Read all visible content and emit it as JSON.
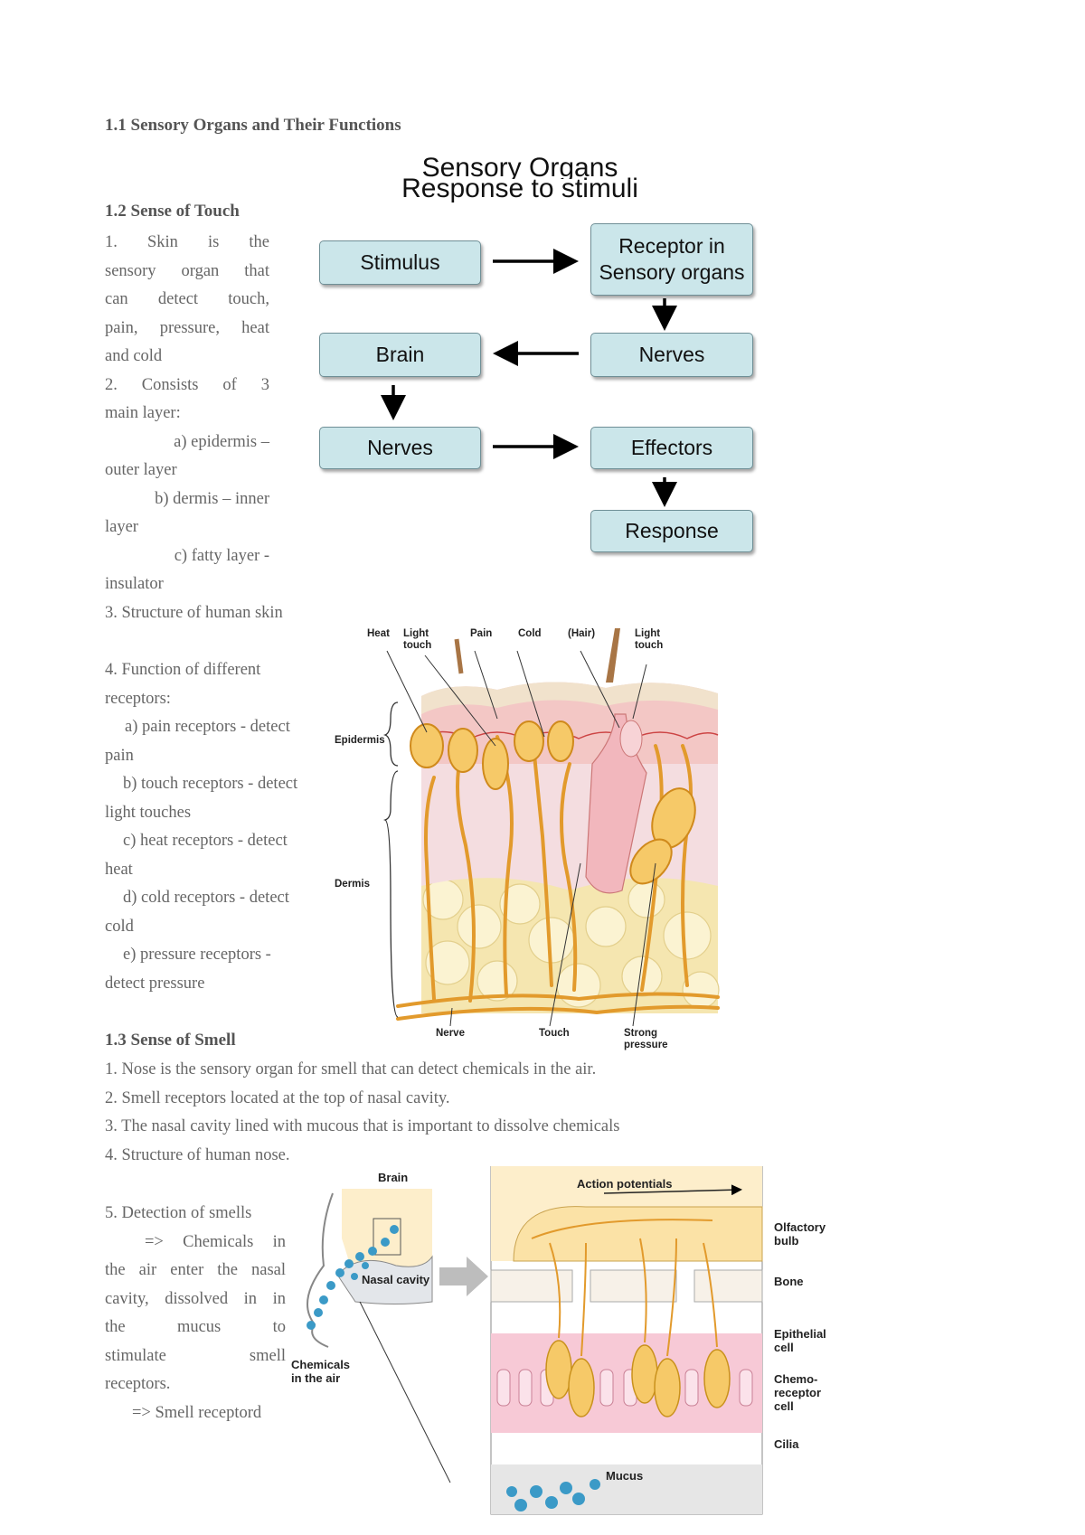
{
  "sections": {
    "s11": "1.1 Sensory Organs and Their Functions",
    "s12": "1.2 Sense of Touch",
    "s13": "1.3 Sense of Smell"
  },
  "touch": {
    "p1_lines": [
      "1. Skin is the",
      "sensory organ that",
      "can detect touch,",
      "pain, pressure, heat",
      "and cold"
    ],
    "p2_lines": [
      "2. Consists of 3",
      "main layer:"
    ],
    "layer_a": [
      "a) epidermis –",
      "outer layer"
    ],
    "layer_b": [
      "b) dermis – inner",
      "layer"
    ],
    "layer_c": [
      "c) fatty layer -",
      "insulator"
    ],
    "p3": "3. Structure of human skin",
    "p4_lines": [
      "4. Function of different",
      "receptors:"
    ],
    "receptors": [
      [
        "a) pain receptors - detect",
        "pain"
      ],
      [
        "b) touch receptors - detect",
        "light touches"
      ],
      [
        "c) heat receptors - detect",
        "heat"
      ],
      [
        "d) cold receptors - detect",
        "cold"
      ],
      [
        "e) pressure receptors -",
        "detect pressure"
      ]
    ]
  },
  "flowchart": {
    "title_top": "Sensory Organs",
    "title": "Response to stimuli",
    "boxes": {
      "stimulus": "Stimulus",
      "receptor_l1": "Receptor in",
      "receptor_l2": "Sensory organs",
      "nerves1": "Nerves",
      "brain": "Brain",
      "nerves2": "Nerves",
      "effectors": "Effectors",
      "response": "Response"
    }
  },
  "skin_diagram": {
    "top_labels": {
      "heat": "Heat",
      "light_touch_1": [
        "Light",
        "touch"
      ],
      "pain": "Pain",
      "cold": "Cold",
      "hair": "(Hair)",
      "light_touch_2": [
        "Light",
        "touch"
      ]
    },
    "side_labels": {
      "epidermis": "Epidermis",
      "dermis": "Dermis"
    },
    "bottom_labels": {
      "nerve": "Nerve",
      "touch": "Touch",
      "strong_pressure": [
        "Strong",
        "pressure"
      ]
    }
  },
  "smell": {
    "lines": [
      "1. Nose is the sensory organ for smell that can detect chemicals in the air.",
      "2. Smell receptors located at the top of nasal cavity.",
      "3. The nasal cavity lined with mucous that is important to dissolve chemicals",
      "4. Structure of human nose."
    ],
    "p5": "5. Detection of smells",
    "p5_a_lines": [
      "=> Chemicals in",
      "the air enter the nasal",
      "cavity, dissolved in in",
      "the mucus to",
      "stimulate smell",
      "receptors."
    ],
    "p5_b": "=> Smell receptord"
  },
  "nose_diagram": {
    "brain": "Brain",
    "nasal_cavity": "Nasal cavity",
    "chemicals": [
      "Chemicals",
      "in the air"
    ],
    "action_potentials": "Action potentials",
    "olfactory_bulb": [
      "Olfactory",
      "bulb"
    ],
    "bone": "Bone",
    "epithelial_cell": [
      "Epithelial",
      "cell"
    ],
    "chemoreceptor_cell": [
      "Chemo-",
      "receptor",
      "cell"
    ],
    "cilia": "Cilia",
    "mucus": "Mucus"
  }
}
